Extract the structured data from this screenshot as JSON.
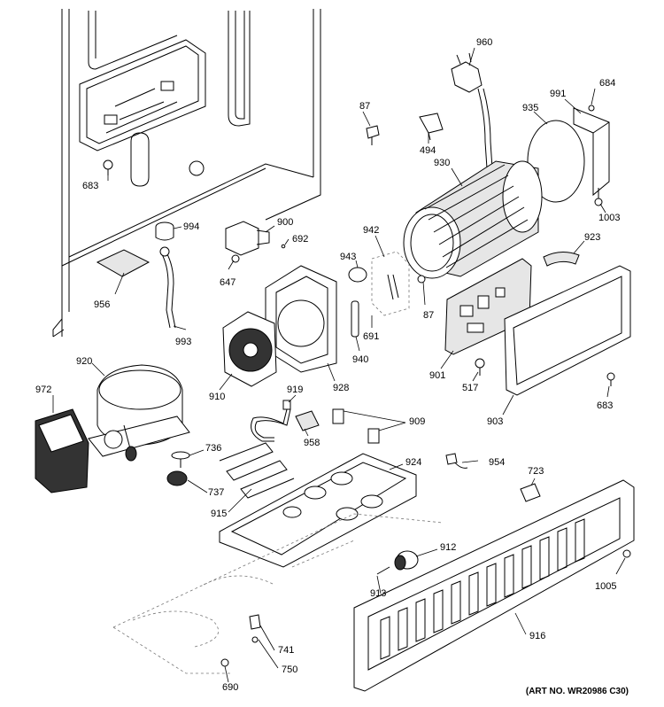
{
  "diagram": {
    "art_number": "(ART NO. WR20986 C30)",
    "part_numbers": {
      "p960": "960",
      "p684": "684",
      "p991": "991",
      "p935": "935",
      "p87a": "87",
      "p494": "494",
      "p930": "930",
      "p683a": "683",
      "p1003": "1003",
      "p994": "994",
      "p900": "900",
      "p692": "692",
      "p942": "942",
      "p923": "923",
      "p943": "943",
      "p87b": "87",
      "p956": "956",
      "p647": "647",
      "p691": "691",
      "p993": "993",
      "p940": "940",
      "p901": "901",
      "p920": "920",
      "p910": "910",
      "p928": "928",
      "p517": "517",
      "p683b": "683",
      "p972": "972",
      "p919": "919",
      "p909": "909",
      "p903": "903",
      "p958": "958",
      "p736": "736",
      "p924": "924",
      "p954": "954",
      "p737": "737",
      "p723": "723",
      "p915": "915",
      "p912": "912",
      "p913": "913",
      "p1005": "1005",
      "p916": "916",
      "p741": "741",
      "p750": "750",
      "p690": "690"
    }
  }
}
